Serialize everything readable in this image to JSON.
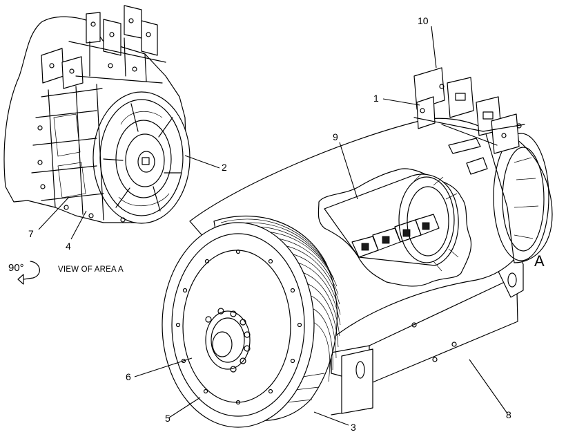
{
  "callouts": {
    "c1": "1",
    "c2": "2",
    "c3": "3",
    "c4": "4",
    "c5": "5",
    "c6": "6",
    "c7": "7",
    "c8": "8",
    "c9": "9",
    "c10": "10"
  },
  "view": {
    "rotation": "90°",
    "caption": "VIEW OF AREA  A",
    "area_letter": "A"
  }
}
